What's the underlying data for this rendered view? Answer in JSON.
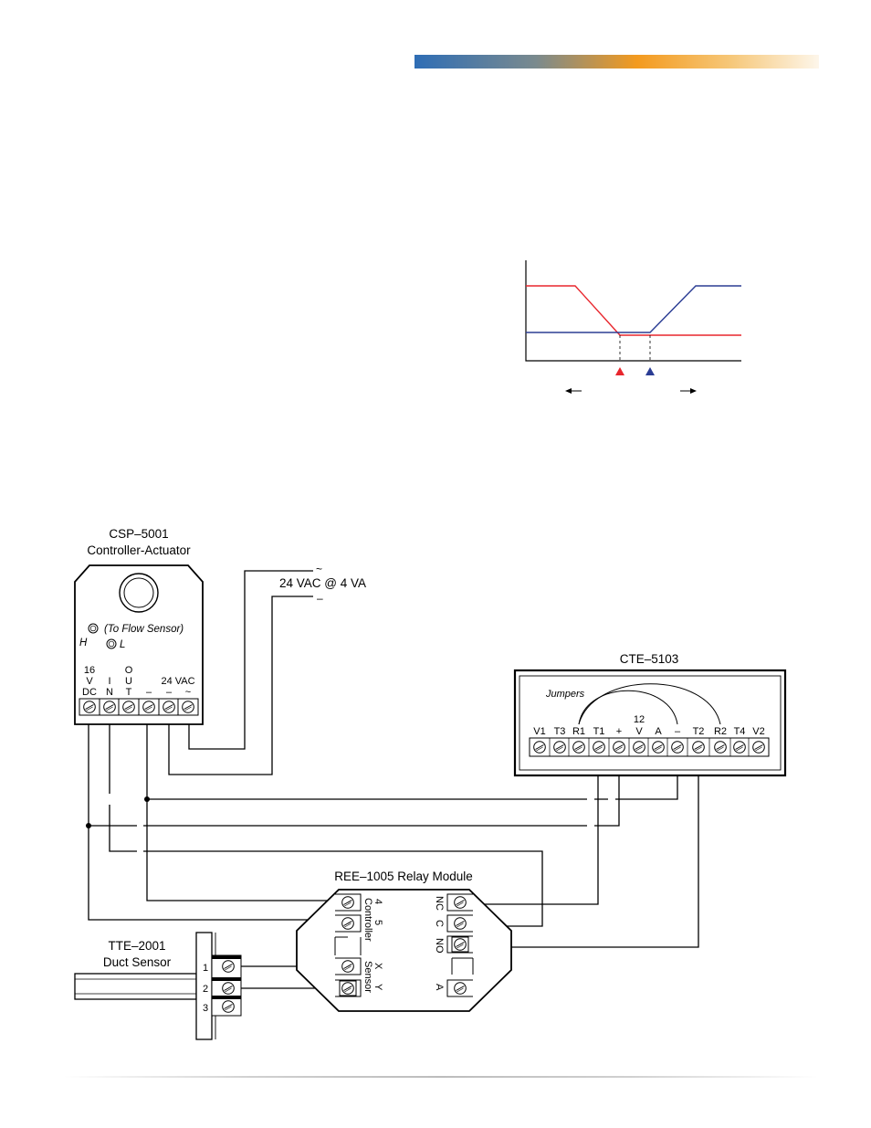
{
  "colors": {
    "heating": "#e8262d",
    "cooling": "#2b3d94",
    "ink": "#000000"
  },
  "csp": {
    "name": "CSP–5001",
    "subtitle": "Controller-Actuator",
    "flow_label": "(To Flow Sensor)",
    "port_h": "H",
    "port_l": "L",
    "terminals": {
      "t1": [
        "16",
        "V",
        "DC"
      ],
      "t2": [
        "I",
        "N"
      ],
      "t3": [
        "O",
        "U",
        "T"
      ],
      "t4": [
        "–"
      ],
      "t5": [
        "–"
      ],
      "t6": [
        "~"
      ],
      "group_label": "24 VAC"
    }
  },
  "power": {
    "label": "24 VAC @ 4 VA",
    "tilde": "~",
    "dash": "–"
  },
  "cte": {
    "name": "CTE–5103",
    "jumpers": "Jumpers",
    "twelve": "12",
    "terminals": [
      "V1",
      "T3",
      "R1",
      "T1",
      "+",
      "V",
      "A",
      "–",
      "T2",
      "R2",
      "T4",
      "V2"
    ]
  },
  "ree": {
    "name": "REE–1005 Relay Module",
    "controller_label": "Controller",
    "sensor_label": "Sensor",
    "left_terms": [
      "4",
      "5",
      "X",
      "Y"
    ],
    "right_terms": [
      "NC",
      "C",
      "NO",
      "A"
    ]
  },
  "tte": {
    "name": "TTE–2001",
    "subtitle": "Duct Sensor",
    "terms": [
      "1",
      "2",
      "3"
    ]
  }
}
